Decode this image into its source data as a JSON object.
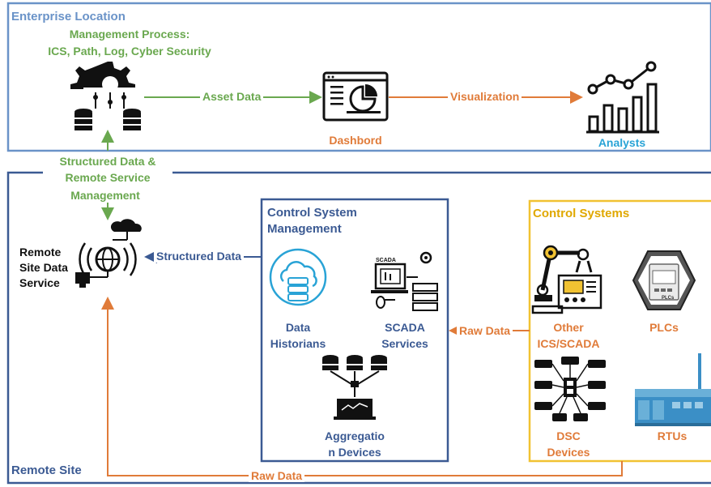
{
  "enterprise": {
    "title": "Enterprise Location",
    "process_line1": "Management Process:",
    "process_line2": "ICS, Path, Log, Cyber Security",
    "asset_data": "Asset Data",
    "visualization": "Visualization",
    "dashboard": "Dashbord",
    "analysts": "Analysts"
  },
  "link": {
    "line1": "Structured Data &",
    "line2": "Remote Service",
    "line3": "Management"
  },
  "remote": {
    "title": "Remote Site",
    "service_line1": "Remote",
    "service_line2": "Site Data",
    "service_line3": "Service",
    "structured_data": "Structured Data",
    "raw_data_bottom": "Raw Data"
  },
  "csm": {
    "title_line1": "Control System",
    "title_line2": "Management",
    "historians_line1": "Data",
    "historians_line2": "Historians",
    "scada_line1": "SCADA",
    "scada_line2": "Services",
    "scada_tag": "SCADA",
    "agg_line1": "Aggregatio",
    "agg_line2": "n Devices",
    "raw_data": "Raw Data"
  },
  "cs": {
    "title": "Control Systems",
    "other_line1": "Other",
    "other_line2": "ICS/SCADA",
    "plcs": "PLCs",
    "plc_tag": "PLCs",
    "dsc_line1": "DSC",
    "dsc_line2": "Devices",
    "rtus": "RTUs"
  },
  "colors": {
    "enterprise_border": "#6a93c8",
    "remote_border": "#3b5a93",
    "csm_border": "#3b5a93",
    "cs_border": "#f1c232",
    "green": "#6aa84f",
    "orange": "#e07b39",
    "cyan": "#29a3d6"
  },
  "icons": [
    "gear-database-icon",
    "dashboard-icon",
    "analytics-chart-icon",
    "cloud-database-icon",
    "scada-computer-icon",
    "aggregation-device-icon",
    "remote-service-icon",
    "robot-arm-icon",
    "plc-icon",
    "dsc-network-icon",
    "rtu-icon"
  ]
}
